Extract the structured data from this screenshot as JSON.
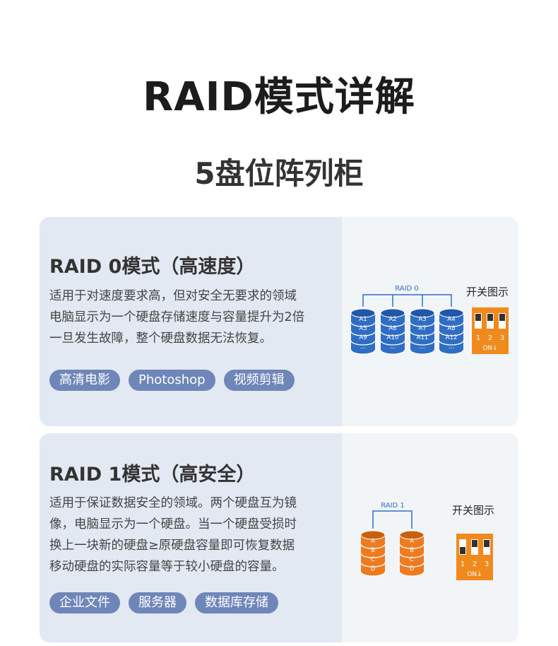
{
  "page": {
    "title": "RAID模式详解",
    "subtitle": "5盘位阵列柜"
  },
  "cards": [
    {
      "title": "RAID 0模式（高速度）",
      "desc": [
        "适用于对速度要求高，但对安全无要求的领域",
        "电脑显示为一个硬盘存储速度与容量提升为2倍",
        "一旦发生故障，整个硬盘数据无法恢复。"
      ],
      "tags": [
        "高清电影",
        "Photoshop",
        "视频剪辑"
      ],
      "diagram": {
        "label": "RAID 0",
        "disks": [
          [
            "A1",
            "A5",
            "A9",
            "..."
          ],
          [
            "A2",
            "A6",
            "A10",
            "..."
          ],
          [
            "A3",
            "A7",
            "A11",
            "..."
          ],
          [
            "A4",
            "A8",
            "A12",
            "..."
          ]
        ],
        "switch_label": "开关图示",
        "switch_numbers": [
          "1",
          "2",
          "3"
        ],
        "switch_on": "ON↓",
        "switch_states": [
          "up",
          "up",
          "up"
        ]
      }
    },
    {
      "title": "RAID 1模式（高安全）",
      "desc": [
        "适用于保证数据安全的领域。两个硬盘互为镜",
        "像，电脑显示为一个硬盘。当一个硬盘受损时",
        "换上一块新的硬盘≥原硬盘容量即可恢复数据",
        "移动硬盘的实际容量等于较小硬盘的容量。"
      ],
      "tags": [
        "企业文件",
        "服务器",
        "数据库存储"
      ],
      "diagram": {
        "label": "RAID 1",
        "disks": [
          [
            "A",
            "B",
            "C",
            "D"
          ],
          [
            "A",
            "B",
            "C",
            "D"
          ]
        ],
        "switch_label": "开关图示",
        "switch_numbers": [
          "1",
          "2",
          "3"
        ],
        "switch_on": "ON↓",
        "switch_states": [
          "down",
          "up",
          "up"
        ]
      }
    }
  ],
  "colors": {
    "card_bg": "#e3e9f3",
    "tag_bg": "#6f86b9",
    "raid0_disk": "#2f6ec4",
    "raid1_disk": "#ef7a1f",
    "switch_body": "#f08a1c"
  }
}
